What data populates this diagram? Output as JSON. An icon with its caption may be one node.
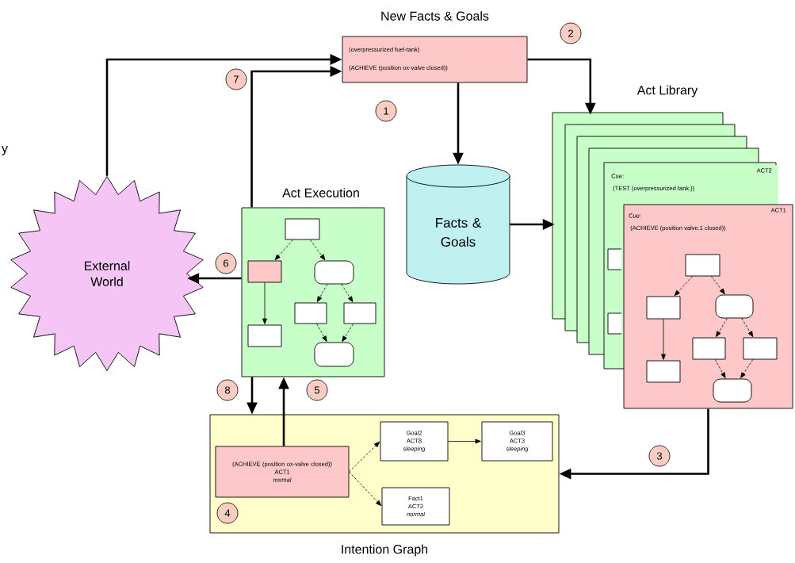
{
  "diagram": {
    "nodes": [
      {
        "text": [
          "New Facts & Goals",
          "(overpressurized fuel-tank)",
          "(ACHIEVE (position ox-valve closed))"
        ]
      },
      {
        "text": [
          "Act Library"
        ]
      },
      {
        "text": [
          "Cue:",
          "(TEST (overpressurized tank.))",
          "ACT2"
        ],
        "in": 1
      },
      {
        "text": [
          "Cue:",
          "(ACHIEVE (position valve.1 closed))",
          "ACT1"
        ]
      },
      {
        "text": [],
        "shape": "box"
      },
      {
        "text": [],
        "shape": "box"
      },
      {
        "text": [],
        "shape": "oval"
      },
      {
        "text": [],
        "shape": "box"
      },
      {
        "text": [],
        "shape": "box"
      },
      {
        "text": [],
        "shape": "box",
        "in": 3
      },
      {
        "text": [],
        "shape": "oval",
        "in": 3
      },
      {
        "text": [
          "Facts & Goals"
        ]
      },
      {
        "text": [
          "External World"
        ]
      },
      {
        "text": [
          "Act Execution"
        ]
      },
      {
        "text": [],
        "shape": "box",
        "in": 13
      },
      {
        "text": [],
        "shape": "box",
        "in": 13
      },
      {
        "text": [],
        "shape": "oval",
        "in": 13
      },
      {
        "text": [],
        "shape": "box",
        "in": 13
      },
      {
        "text": [],
        "shape": "box",
        "in": 13
      },
      {
        "text": [],
        "shape": "box",
        "in": 13
      },
      {
        "text": [],
        "shape": "oval",
        "in": 13
      },
      {
        "text": [
          "Intention Graph"
        ]
      },
      {
        "text": [
          "(ACHIEVE (position ox-valve closed))",
          "ACT1",
          "normal"
        ],
        "in": 21
      },
      {
        "text": [
          "Goal2",
          "ACT8",
          "sleeping"
        ],
        "in": 21
      },
      {
        "text": [
          "Goal3",
          "ACT3",
          "sleeping"
        ],
        "in": 21
      },
      {
        "text": [
          "Fact1",
          "ACT2",
          "normal"
        ],
        "in": 21
      },
      {
        "text": [
          "1"
        ]
      },
      {
        "text": [
          "2"
        ]
      },
      {
        "text": [
          "3"
        ]
      },
      {
        "text": [
          "4"
        ],
        "in": 21
      },
      {
        "text": [
          "5"
        ]
      },
      {
        "text": [
          "6"
        ]
      },
      {
        "text": [
          "7"
        ]
      },
      {
        "text": [
          "8"
        ]
      }
    ],
    "edges": [
      {
        "from": 12,
        "to": 0,
        "arrow": "to",
        "style": "thick"
      },
      {
        "from": 13,
        "to": 0,
        "arrow": "to",
        "style": "thick"
      },
      {
        "from": 0,
        "to": 1,
        "arrow": "to",
        "style": "thick"
      },
      {
        "from": 0,
        "to": 11,
        "arrow": "to",
        "style": "thick"
      },
      {
        "from": 11,
        "to": 1,
        "arrow": "to",
        "style": "thick"
      },
      {
        "from": 3,
        "to": 21,
        "arrow": "to",
        "style": "thick"
      },
      {
        "from": 22,
        "to": 13,
        "arrow": "to",
        "style": "thick"
      },
      {
        "from": 13,
        "to": 21,
        "arrow": "to",
        "style": "thick"
      },
      {
        "from": 13,
        "to": 12,
        "arrow": "to",
        "style": "thick"
      },
      {
        "from": 22,
        "to": 23,
        "arrow": "to",
        "style": "dashed"
      },
      {
        "from": 22,
        "to": 25,
        "arrow": "to",
        "style": "dashed"
      },
      {
        "from": 23,
        "to": 24,
        "arrow": "to"
      },
      {
        "from": 4,
        "to": 5,
        "arrow": "to",
        "style": "dashed"
      },
      {
        "from": 4,
        "to": 6,
        "arrow": "to",
        "style": "dashed"
      },
      {
        "from": 5,
        "to": 9,
        "arrow": "to"
      },
      {
        "from": 6,
        "to": 7,
        "arrow": "to",
        "style": "dashed"
      },
      {
        "from": 6,
        "to": 8,
        "arrow": "to",
        "style": "dashed"
      },
      {
        "from": 7,
        "to": 10,
        "arrow": "to",
        "style": "dashed"
      },
      {
        "from": 8,
        "to": 10,
        "arrow": "to",
        "style": "dashed"
      },
      {
        "from": 14,
        "to": 15,
        "arrow": "to",
        "style": "dashed"
      },
      {
        "from": 14,
        "to": 16,
        "arrow": "to",
        "style": "dashed"
      },
      {
        "from": 15,
        "to": 19,
        "arrow": "to"
      },
      {
        "from": 16,
        "to": 17,
        "arrow": "to",
        "style": "dashed"
      },
      {
        "from": 16,
        "to": 18,
        "arrow": "to",
        "style": "dashed"
      },
      {
        "from": 17,
        "to": 20,
        "arrow": "to",
        "style": "dashed"
      },
      {
        "from": 18,
        "to": 20,
        "arrow": "to",
        "style": "dashed"
      }
    ],
    "labels": [
      "y"
    ]
  }
}
